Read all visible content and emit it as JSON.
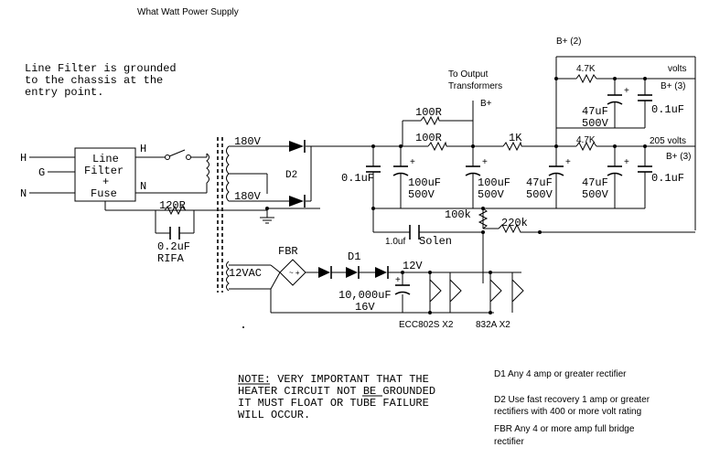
{
  "title": "What Watt Power Supply",
  "notes": {
    "line_filter": [
      "Line Filter is grounded",
      "to the chassis at the",
      "entry point."
    ],
    "heater": [
      "NOTE: VERY IMPORTANT THAT THE",
      "HEATER CIRCUIT NOT BE GROUNDED",
      "IT MUST FLOAT OR TUBE FAILURE",
      "WILL OCCUR."
    ],
    "heater_note_word": "NOTE:",
    "heater_not_word": "NOT",
    "d1": "D1  Any 4 amp or greater rectifier",
    "d2": [
      "D2   Use fast recovery 1 amp or greater",
      "rectifiers with 400 or more volt rating"
    ],
    "fbr": [
      "FBR Any 4 or more amp full bridge",
      "rectifier"
    ]
  },
  "labels": {
    "in_h": "H",
    "in_g": "G",
    "in_n": "N",
    "filter_box": [
      "Line",
      "Filter",
      "+",
      "Fuse"
    ],
    "out_h": "H",
    "out_n": "N",
    "sec_top": "180V",
    "sec_bot": "180V",
    "d2": "D2",
    "r120": "120R",
    "c_rifa": [
      "0.2uF",
      "RIFA"
    ],
    "c_01a": "0.1uF",
    "c_100a": [
      "100uF",
      "500V"
    ],
    "r100a": "100R",
    "r100b": "100R",
    "to_output": [
      "To Output",
      "Transformers"
    ],
    "bplus": "B+",
    "c_100b": [
      "100uF",
      "500V"
    ],
    "r1k": "1K",
    "c_47a": [
      "47uF",
      "500V"
    ],
    "r47k_top": "4.7K",
    "r47k_mid": "4.7K",
    "c_47b_top": [
      "47uF",
      "500V"
    ],
    "c_01b_top": "0.1uF",
    "c_47c": [
      "47uF",
      "500V"
    ],
    "c_01c": "0.1uF",
    "bplus2": "B+ (2)",
    "volts": "volts",
    "bplus3_top": "B+ (3)",
    "v205": "205 volts",
    "bplus3_bot": "B+ (3)",
    "r100k": "100k",
    "r220k": "220k",
    "c_solen": "1.0uf",
    "solen": "Solen",
    "sec_12": "12VAC",
    "fbr": "FBR",
    "d1": "D1",
    "v12": "12V",
    "c_10000": [
      "10,000uF",
      "16V"
    ],
    "ecc": "ECC802S X2",
    "tube832": "832A X2"
  }
}
